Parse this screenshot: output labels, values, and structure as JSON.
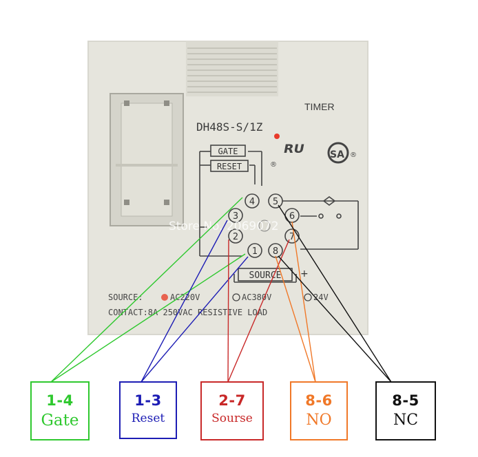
{
  "device": {
    "brand_label": "TIMER",
    "model": "DH48S-S/1Z",
    "cert_text": "ᴿᵁ",
    "registered_mark": "®",
    "terminal_gate": "GATE",
    "terminal_reset": "RESET",
    "terminal_source": "SOURCE",
    "pins": [
      "1",
      "2",
      "3",
      "4",
      "5",
      "6",
      "7",
      "8"
    ],
    "source_line": {
      "prefix": "SOURCE:",
      "option1": "AC220V",
      "option2": "AC380V",
      "option3": "24V"
    },
    "contact_line": "CONTACT:8A 250VAC RESISTIVE LOAD",
    "plus_sign": "+",
    "watermark": "Store No. 2069072"
  },
  "labels": [
    {
      "pins": "1-4",
      "name": "Gate",
      "color": "#2ec82e"
    },
    {
      "pins": "1-3",
      "name": "Reset",
      "color": "#1c1cb4"
    },
    {
      "pins": "2-7",
      "name": "Sourse",
      "color": "#c82828"
    },
    {
      "pins": "8-6",
      "name": "NO",
      "color": "#f07828"
    },
    {
      "pins": "8-5",
      "name": "NC",
      "color": "#111111"
    }
  ]
}
